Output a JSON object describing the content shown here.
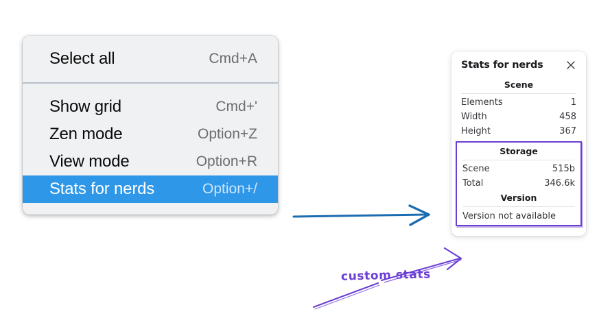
{
  "colors": {
    "menu_background": "#f0f1f3",
    "menu_highlight": "#2f97e8",
    "menu_label": "#0a0a0a",
    "menu_shortcut": "#6d6d72",
    "panel_background": "#ffffff",
    "annotation_purple": "#6b3fd4",
    "annotation_blue": "#1b6cb0"
  },
  "context_menu": {
    "groups": [
      {
        "items": [
          {
            "label": "Select all",
            "shortcut": "Cmd+A",
            "highlighted": false
          }
        ]
      },
      {
        "items": [
          {
            "label": "Show grid",
            "shortcut": "Cmd+'",
            "highlighted": false
          },
          {
            "label": "Zen mode",
            "shortcut": "Option+Z",
            "highlighted": false
          },
          {
            "label": "View mode",
            "shortcut": "Option+R",
            "highlighted": false
          },
          {
            "label": "Stats for nerds",
            "shortcut": "Option+/",
            "highlighted": true
          }
        ]
      }
    ]
  },
  "stats_panel": {
    "title": "Stats for nerds",
    "close_icon": "close-icon",
    "sections": [
      {
        "title": "Scene",
        "rows": [
          {
            "label": "Elements",
            "value": "1"
          },
          {
            "label": "Width",
            "value": "458"
          },
          {
            "label": "Height",
            "value": "367"
          }
        ]
      },
      {
        "title": "Storage",
        "rows": [
          {
            "label": "Scene",
            "value": "515b"
          },
          {
            "label": "Total",
            "value": "346.6k"
          }
        ]
      },
      {
        "title": "Version",
        "text": "Version not available"
      }
    ]
  },
  "annotations": {
    "handwritten_note": "custom stats",
    "blue_arrow_name": "menu-to-panel-arrow",
    "purple_arrow_name": "custom-stats-pointer-arrow",
    "purple_line_name": "custom-stats-underline"
  }
}
